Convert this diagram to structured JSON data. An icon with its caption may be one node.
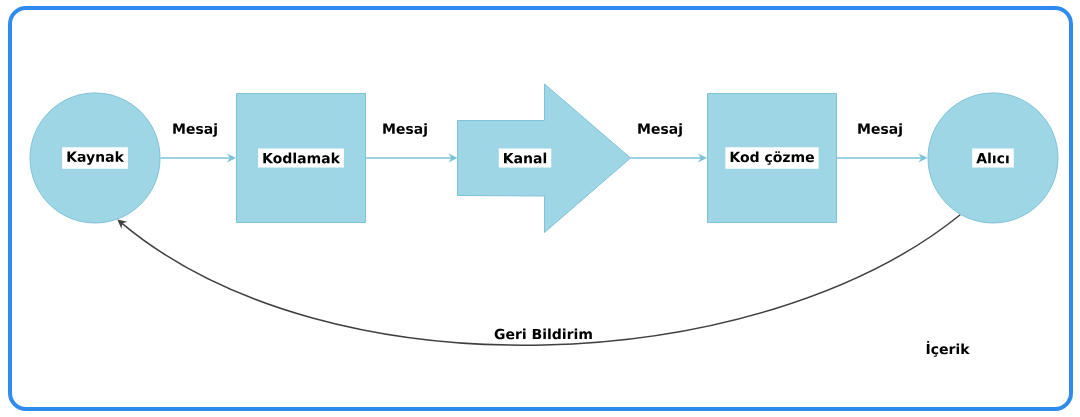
{
  "diagram": {
    "nodes": [
      {
        "text": [
          "Kaynak"
        ]
      },
      {
        "text": [
          "Kodlamak"
        ]
      },
      {
        "text": [
          "Kanal"
        ]
      },
      {
        "text": [
          "Kod çözme"
        ]
      },
      {
        "text": [
          "Alıcı"
        ]
      }
    ],
    "edges": [
      {
        "from": 0,
        "to": 1,
        "arrow": "to",
        "label": "Mesaj"
      },
      {
        "from": 1,
        "to": 2,
        "arrow": "to",
        "label": "Mesaj"
      },
      {
        "from": 2,
        "to": 3,
        "arrow": "to",
        "label": "Mesaj"
      },
      {
        "from": 3,
        "to": 4,
        "arrow": "to",
        "label": "Mesaj"
      },
      {
        "from": 4,
        "to": 0,
        "arrow": "to",
        "label": "Geri Bildirim",
        "color": "#404040"
      }
    ],
    "labels": [
      "İçerik"
    ]
  }
}
